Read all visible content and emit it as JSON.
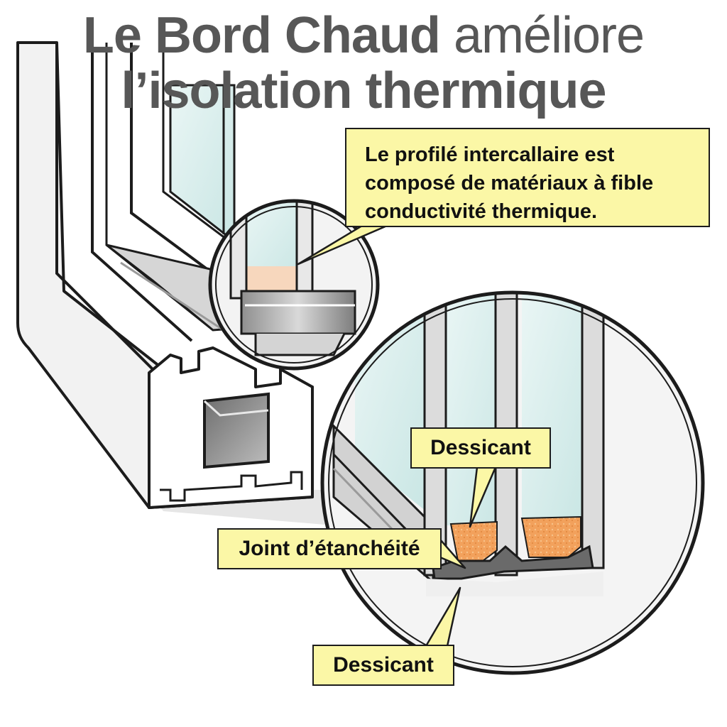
{
  "title": {
    "bold": "Le Bord Chaud",
    "light": "améliore",
    "line2": "l’isolation thermique"
  },
  "callouts": {
    "spacer_profile": [
      "Le profilé intercallaire est",
      "composé de matériaux à fible",
      "conductivité thermique."
    ],
    "dessicant_top": "Dessicant",
    "joint": "Joint d’étanchéité",
    "dessicant_bottom": "Dessicant"
  },
  "colors": {
    "title": "#575757",
    "callout_fill": "#fbf7a6",
    "outline": "#1c1c1c",
    "frame": "#f2f2f2",
    "glass": "#dcefee",
    "dessicant": "#f2a15c",
    "sealant": "#6a6a6a"
  }
}
